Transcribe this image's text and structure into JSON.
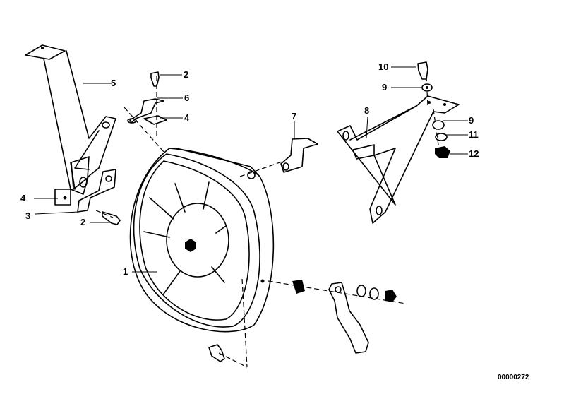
{
  "diagram": {
    "callouts": [
      {
        "id": "c1",
        "number": "1",
        "part": "fan"
      },
      {
        "id": "c2a",
        "number": "2",
        "part": "screw-top"
      },
      {
        "id": "c2b",
        "number": "2",
        "part": "screw-left"
      },
      {
        "id": "c3",
        "number": "3",
        "part": "lower-bracket"
      },
      {
        "id": "c4a",
        "number": "4",
        "part": "clip-top"
      },
      {
        "id": "c4b",
        "number": "4",
        "part": "clip-left"
      },
      {
        "id": "c5",
        "number": "5",
        "part": "support-bracket-left"
      },
      {
        "id": "c6",
        "number": "6",
        "part": "small-bracket-top"
      },
      {
        "id": "c7",
        "number": "7",
        "part": "small-bracket-right"
      },
      {
        "id": "c8",
        "number": "8",
        "part": "support-bracket-right"
      },
      {
        "id": "c9a",
        "number": "9",
        "part": "washer-top"
      },
      {
        "id": "c9b",
        "number": "9",
        "part": "washer-right"
      },
      {
        "id": "c10",
        "number": "10",
        "part": "bolt"
      },
      {
        "id": "c11",
        "number": "11",
        "part": "spring-washer"
      },
      {
        "id": "c12",
        "number": "12",
        "part": "nut"
      }
    ],
    "diagram_code": "00000272"
  }
}
